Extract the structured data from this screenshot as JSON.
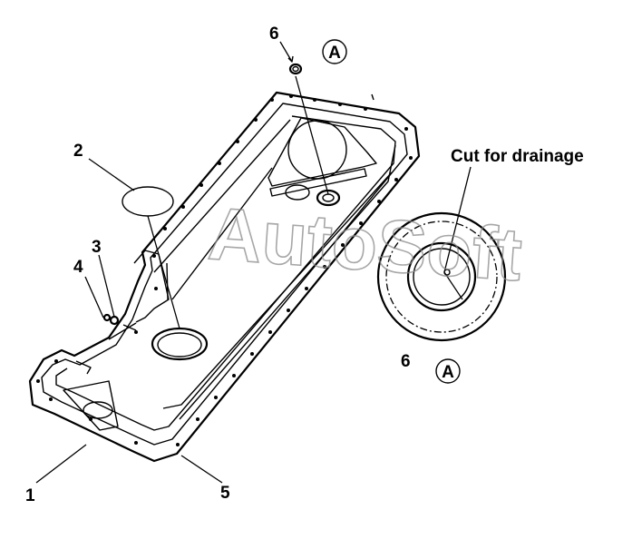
{
  "diagram": {
    "callouts": {
      "part_1": "1",
      "part_2": "2",
      "part_3": "3",
      "part_4": "4",
      "part_5": "5",
      "part_6_top": "6",
      "part_6_detail": "6"
    },
    "detail_marker_top": "A",
    "detail_marker_view": "A",
    "cut_label": "Cut for drainage",
    "watermark": "AutoSoft"
  }
}
